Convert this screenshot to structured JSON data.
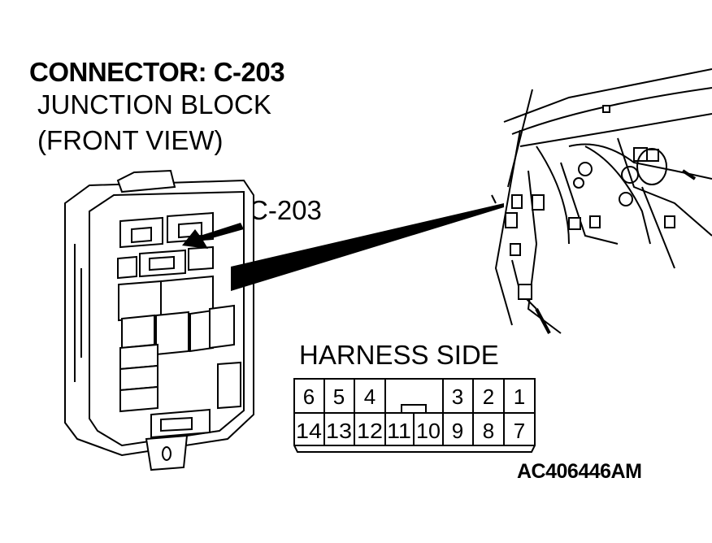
{
  "labels": {
    "title": "CONNECTOR: C-203",
    "subtitle_line1": "JUNCTION BLOCK",
    "subtitle_line2": "(FRONT VIEW)",
    "callout": "C-203",
    "harness_side": "HARNESS SIDE",
    "figure_id": "AC406446AM"
  },
  "connector": {
    "top_row_left": [
      "6",
      "5",
      "4"
    ],
    "top_row_right": [
      "3",
      "2",
      "1"
    ],
    "bottom_row": [
      "14",
      "13",
      "12",
      "11",
      "10",
      "9",
      "8",
      "7"
    ]
  }
}
